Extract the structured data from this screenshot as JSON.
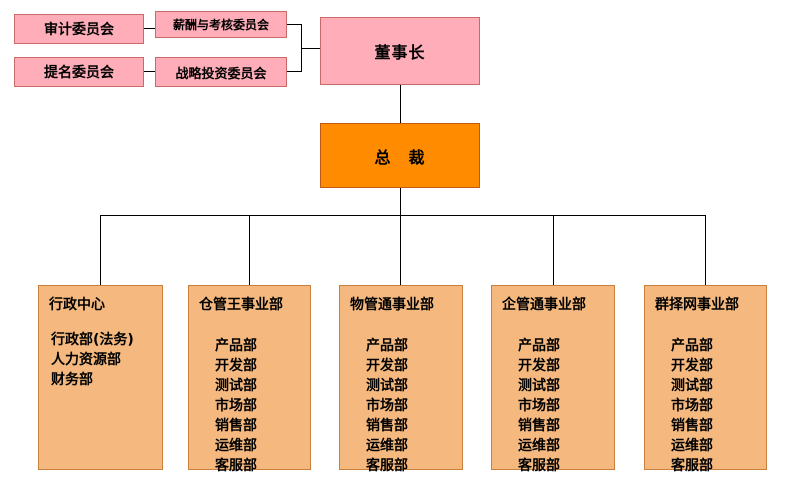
{
  "colors": {
    "committee-fill": "#FFAEB9",
    "committee-border": "#C86A6A",
    "president-fill": "#FF8C00",
    "president-border": "#BF5B16",
    "division-fill": "#F5B97F",
    "division-border": "#C8813C",
    "line": "#000000"
  },
  "committees": {
    "audit": "审计委员会",
    "nomination": "提名委员会",
    "compensation": "薪酬与考核委员会",
    "strategy": "战略投资委员会"
  },
  "chairman": {
    "label": "董事长"
  },
  "president": {
    "label": "总　裁"
  },
  "divisions": [
    {
      "title": "行政中心",
      "items": [
        "行政部(法务)",
        "人力资源部",
        "财务部"
      ]
    },
    {
      "title": "仓管王事业部",
      "items": [
        "产品部",
        "开发部",
        "测试部",
        "市场部",
        "销售部",
        "运维部",
        "客服部"
      ]
    },
    {
      "title": "物管通事业部",
      "items": [
        "产品部",
        "开发部",
        "测试部",
        "市场部",
        "销售部",
        "运维部",
        "客服部"
      ]
    },
    {
      "title": "企管通事业部",
      "items": [
        "产品部",
        "开发部",
        "测试部",
        "市场部",
        "销售部",
        "运维部",
        "客服部"
      ]
    },
    {
      "title": "群择网事业部",
      "items": [
        "产品部",
        "开发部",
        "测试部",
        "市场部",
        "销售部",
        "运维部",
        "客服部"
      ]
    }
  ]
}
